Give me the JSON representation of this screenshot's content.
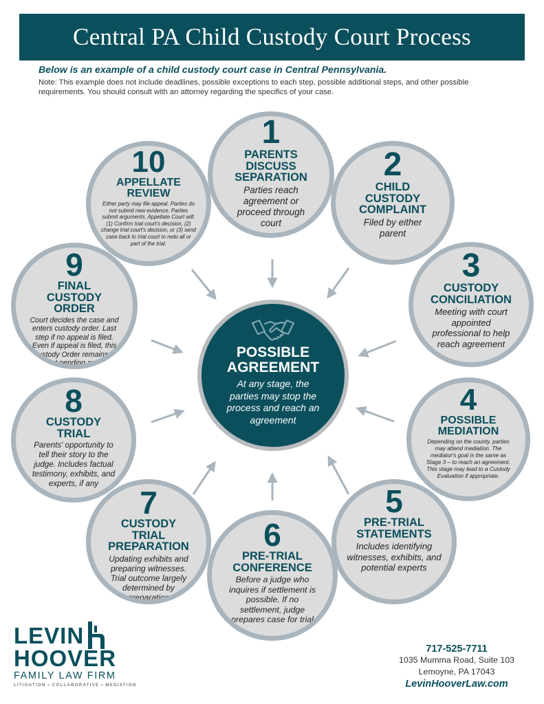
{
  "header": {
    "title": "Central PA Child Custody Court Process"
  },
  "intro": {
    "lead": "Below is an example of a child custody court case in Central Pennsylvania.",
    "note": "Note: This example does not include deadlines, possible exceptions to each step, possible additional steps, and other possible requirements. You should consult with an attorney regarding the specifics of your case."
  },
  "center": {
    "icon": "handshake-icon",
    "title": "POSSIBLE AGREEMENT",
    "desc": "At any stage, the parties may stop the process and reach an agreement"
  },
  "steps": [
    {
      "num": "1",
      "title": "PARENTS DISCUSS SEPARATION",
      "desc": "Parties reach agreement or proceed through court"
    },
    {
      "num": "2",
      "title": "CHILD CUSTODY COMPLAINT",
      "desc": "Filed by either parent"
    },
    {
      "num": "3",
      "title": "CUSTODY CONCILIATION",
      "desc": "Meeting with court appointed professional to help reach agreement"
    },
    {
      "num": "4",
      "title": "POSSIBLE MEDIATION",
      "desc": "Depending on the county, parties may attend mediation. The mediator's goal is the same as Stage 3 – to reach an agreement. This stage may lead to a Custody Evaluation if appropriate."
    },
    {
      "num": "5",
      "title": "PRE-TRIAL STATEMENTS",
      "desc": "Includes identifying witnesses, exhibits, and potential experts"
    },
    {
      "num": "6",
      "title": "PRE-TRIAL CONFERENCE",
      "desc": "Before a judge who inquires if settlement is possible. If no settlement, judge prepares case for trial"
    },
    {
      "num": "7",
      "title": "CUSTODY TRIAL PREPARATION",
      "desc": "Updating exhibits and preparing witnesses. Trial outcome largely determined by preparation"
    },
    {
      "num": "8",
      "title": "CUSTODY TRIAL",
      "desc": "Parents' opportunity to tell their story to the judge. Includes factual testimony, exhibits, and experts, if any"
    },
    {
      "num": "9",
      "title": "FINAL CUSTODY ORDER",
      "desc": "Court decides the case and enters custody order. Last step if no appeal is filed. Even if appeal is filed, this Custody Order remains in effect pending appeal"
    },
    {
      "num": "10",
      "title": "APPELLATE REVIEW",
      "desc": "Either party may file appeal. Parties do not submit new evidence. Parties submit arguments. Appellate Court will: (1) Confirm trial court's decision, (2) change trial court's decision, or (3) send case back to trial court to redo all or part of the trial."
    }
  ],
  "logo": {
    "line1": "LEVIN",
    "line2": "HOOVER",
    "line3": "FAMILY LAW FIRM",
    "tagline": "LITIGATION • COLLABORATIVE • MEDIATION"
  },
  "contact": {
    "phone": "717-525-7711",
    "address1": "1035 Mumma Road, Suite 103",
    "address2": "Lemoyne, PA 17043",
    "website": "LevinHooverLaw.com"
  },
  "colors": {
    "primary": "#0b4f5c",
    "circle_fill": "#dcdcdc",
    "circle_border": "#a9b4bc",
    "arrow": "#a9b4bc"
  }
}
